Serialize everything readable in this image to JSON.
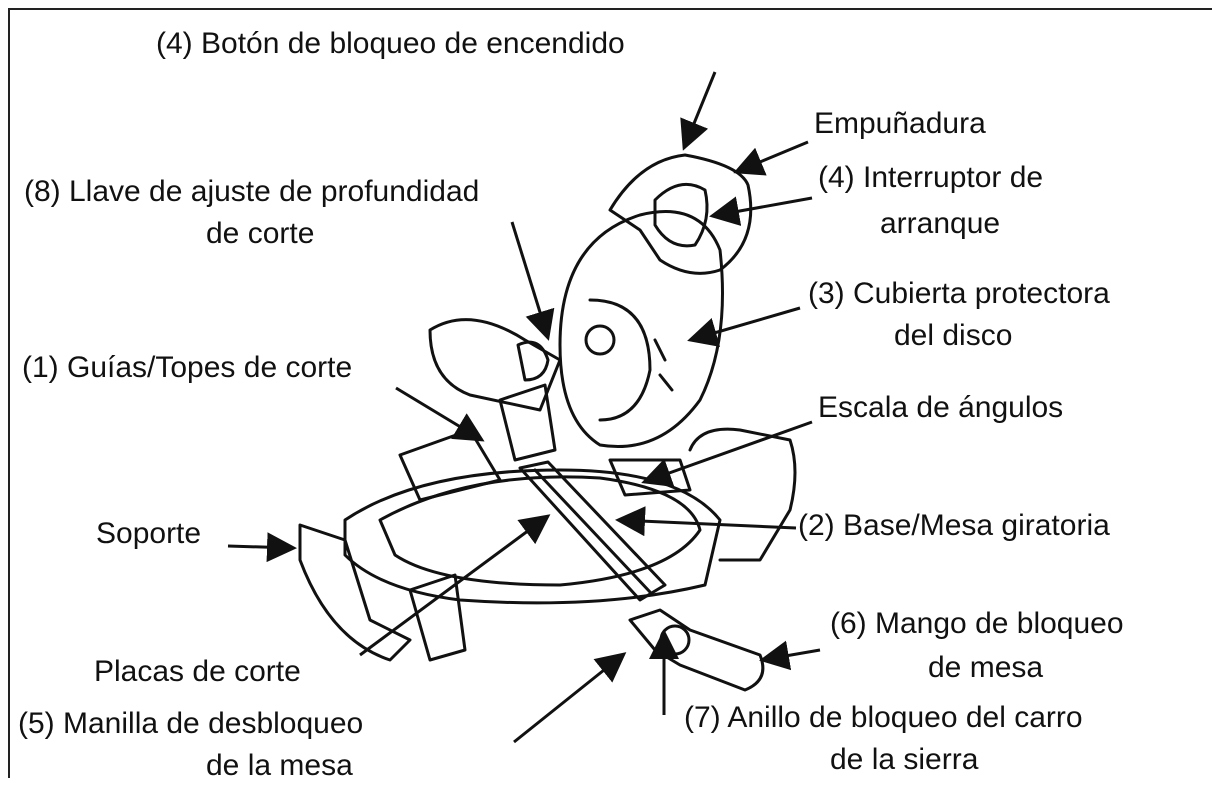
{
  "labels": {
    "power_lock_button": "(4) Botón de bloqueo de encendido",
    "handle": "Empuñadura",
    "depth_key_line1": "(8) Llave de ajuste de profundidad",
    "depth_key_line2": "de corte",
    "start_switch_line1": "(4) Interruptor de",
    "start_switch_line2": "arranque",
    "blade_guard_line1": "(3) Cubierta protectora",
    "blade_guard_line2": "del disco",
    "guides_stops": "(1) Guías/Topes de corte",
    "angle_scale": "Escala de ángulos",
    "support": "Soporte",
    "turntable": "(2) Base/Mesa giratoria",
    "table_lock_handle_line1": "(6) Mango de bloqueo",
    "table_lock_handle_line2": "de mesa",
    "cutting_plates": "Placas de corte",
    "carriage_lock_ring_line1": "(7) Anillo de bloqueo del carro",
    "carriage_lock_ring_line2": "de la sierra",
    "table_release_lever_line1": "(5) Manilla de desbloqueo",
    "table_release_lever_line2": "de la mesa"
  }
}
